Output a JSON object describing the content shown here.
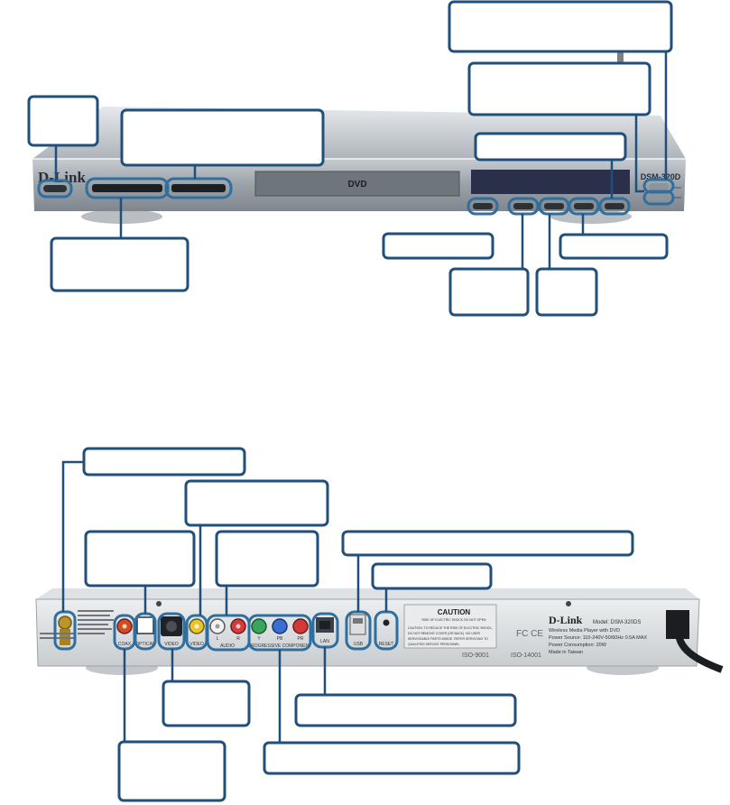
{
  "front": {
    "brand": "D-Link",
    "model": "DSM-320D",
    "disc_logo": "DVD"
  },
  "rear": {
    "brand": "D-Link",
    "model_line": "Model: DSM-320DS",
    "product_line": "Wireless Media Player with DVD",
    "power_source": "Power Source: 110-240V-50/60Hz 0.5A MAX",
    "power_consumption": "Power Consumption: 20W",
    "made_in": "Made in Taiwan",
    "caution_title": "CAUTION",
    "caution_sub": "RISK OF ELECTRIC SHOCK DO NOT OPEN",
    "caution_body_1": "CAUTION: TO REDUCE THE RISK OF ELECTRIC SHOCK,",
    "caution_body_2": "DO NOT REMOVE COVER (OR BACK). NO USER",
    "caution_body_3": "SERVICEABLE PARTS INSIDE. REFER SERVICING TO",
    "caution_body_4": "QUALIFIED SERVICE PERSONNEL.",
    "iso_1": "ISO-9001",
    "iso_2": "ISO-14001",
    "cert_marks": "FC CE",
    "port_labels": {
      "coax": "COAX",
      "optical": "OPTICAL",
      "svideo": "VIDEO",
      "video": "VIDEO",
      "audio": "AUDIO",
      "audio_l": "L",
      "audio_r": "R",
      "comp_y": "Y",
      "comp_pb": "PB",
      "comp_pr": "PR",
      "component": "PROGRESSIVE COMPONENT",
      "lan": "LAN",
      "usb": "USB",
      "reset": "RESET"
    }
  }
}
